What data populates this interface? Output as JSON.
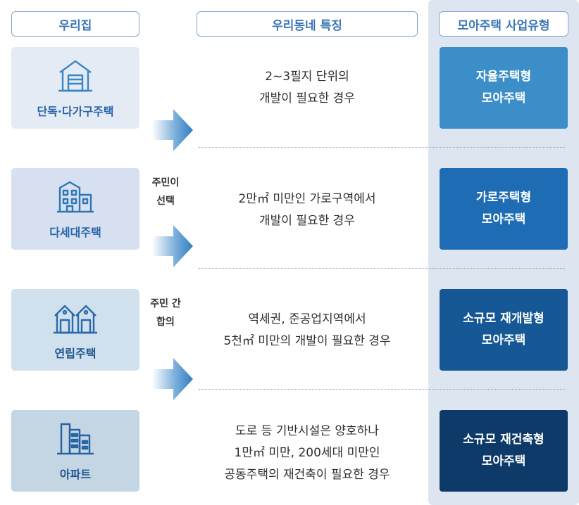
{
  "headers": {
    "house": "우리집",
    "features": "우리동네 특징",
    "types": "모아주택 사업유형"
  },
  "houses": [
    {
      "label": "단독·다가구주택",
      "icon": "garage-house-icon"
    },
    {
      "label": "다세대주택",
      "icon": "multi-unit-building-icon"
    },
    {
      "label": "연립주택",
      "icon": "row-houses-icon"
    },
    {
      "label": "아파트",
      "icon": "apartment-buildings-icon"
    }
  ],
  "side_labels": [
    [
      "주민이",
      "선택"
    ],
    [
      "주민 간",
      "합의"
    ]
  ],
  "features": [
    [
      "2~3필지 단위의",
      "개발이 필요한 경우"
    ],
    [
      "2만㎡ 미만인 가로구역에서",
      "개발이 필요한 경우"
    ],
    [
      "역세권, 준공업지역에서",
      "5천㎡ 미만의 개발이 필요한 경우"
    ],
    [
      "도로 등 기반시설은 양호하나",
      "1만㎡ 미만, 200세대 미만인",
      "공동주택의 재건축이 필요한 경우"
    ]
  ],
  "types": [
    [
      "자율주택형",
      "모아주택"
    ],
    [
      "가로주택형",
      "모아주택"
    ],
    [
      "소규모 재개발형",
      "모아주택"
    ],
    [
      "소규모 재건축형",
      "모아주택"
    ]
  ],
  "colors": {
    "header_text": "#3a76b5",
    "type_1": "#3b8ec8",
    "type_2": "#1e6db4",
    "type_3": "#165896",
    "type_4": "#0d3a68",
    "column_bg": "#dde6f0"
  }
}
